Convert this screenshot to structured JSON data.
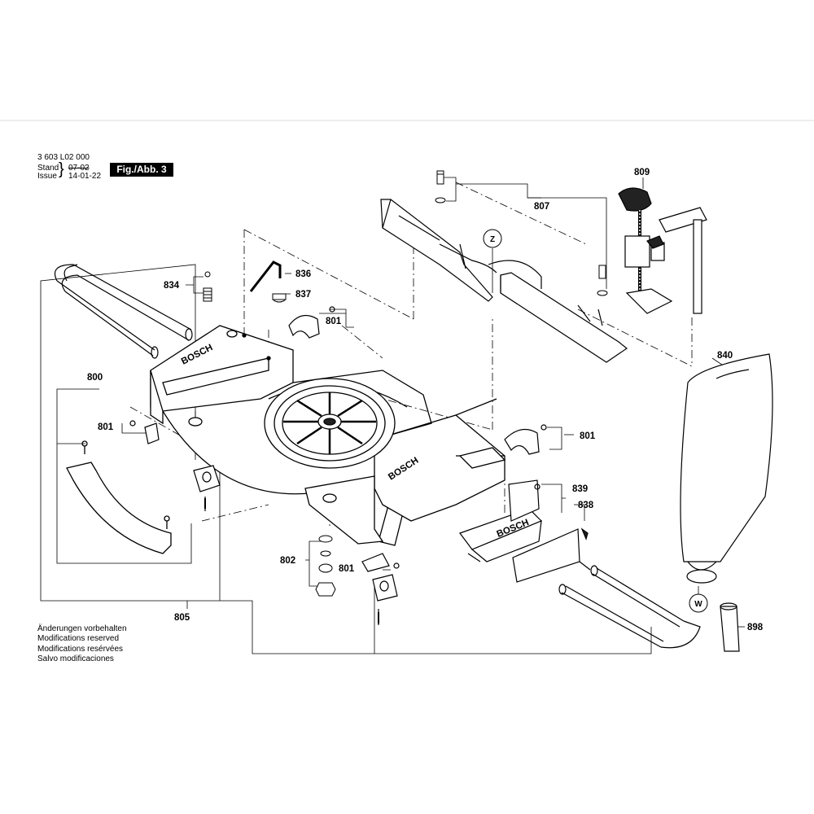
{
  "header": {
    "part_number": "3 603 L02 000",
    "stand_label": "Stand",
    "issue_label": "Issue",
    "stand_date": "07-02",
    "issue_date": "14-01-22",
    "figure": "Fig./Abb. 3"
  },
  "notes": [
    "Änderungen vorbehalten",
    "Modifications reserved",
    "Modifications resérvées",
    "Salvo modificaciones"
  ],
  "callouts": {
    "c800": "800",
    "c801a": "801",
    "c801b": "801",
    "c801c": "801",
    "c801d": "801",
    "c802": "802",
    "c805": "805",
    "c807": "807",
    "c809": "809",
    "c834": "834",
    "c836": "836",
    "c837": "837",
    "c838": "838",
    "c839": "839",
    "c840": "840",
    "c898": "898"
  },
  "markers": {
    "z": "Z",
    "w": "W"
  },
  "brand_marks": {
    "base_front": "BOSCH",
    "base_rear": "BOSCH",
    "extension": "BOSCH"
  }
}
